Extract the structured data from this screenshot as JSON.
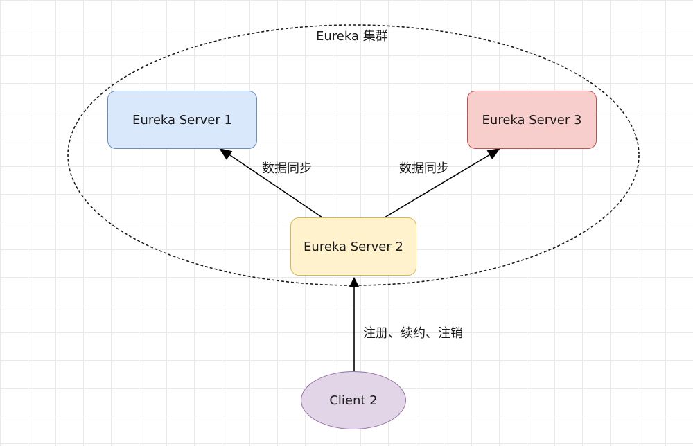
{
  "cluster": {
    "title": "Eureka 集群"
  },
  "nodes": {
    "server1": "Eureka Server 1",
    "server2": "Eureka Server 2",
    "server3": "Eureka Server 3",
    "client": "Client 2"
  },
  "edges": {
    "sync_left": "数据同步",
    "sync_right": "数据同步",
    "client_ops": "注册、续约、注销"
  },
  "colors": {
    "server1_fill": "#dae8fc",
    "server1_stroke": "#6c8ebf",
    "server2_fill": "#fff2cc",
    "server2_stroke": "#d6b656",
    "server3_fill": "#f8cecc",
    "server3_stroke": "#b85450",
    "client_fill": "#e1d5e7",
    "client_stroke": "#9673a6",
    "edge": "#000000"
  }
}
